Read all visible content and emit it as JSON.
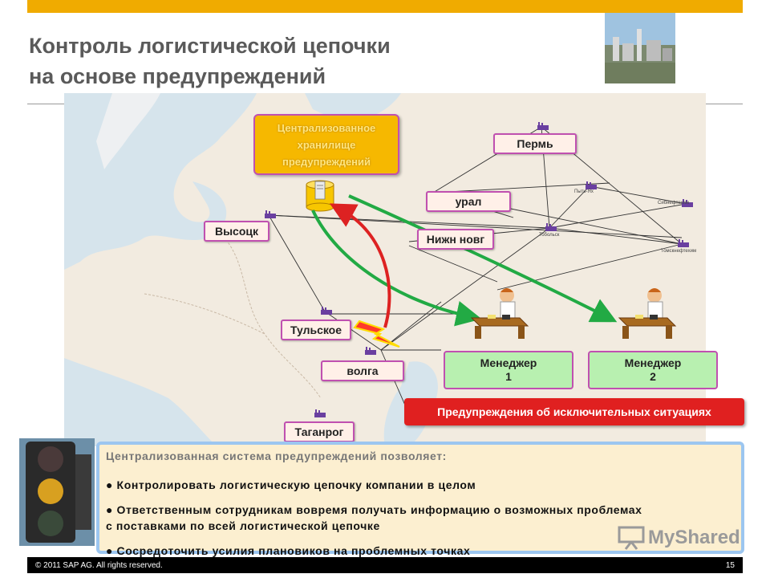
{
  "slide": {
    "title_line1": "Контроль логистической цепочки",
    "title_line2": "на основе предупреждений"
  },
  "map": {
    "storage_label": [
      "Централизованное",
      "хранилище",
      "предупреждений"
    ],
    "cities": {
      "perm": "Пермь",
      "ural": "урал",
      "vysotsk": "Высоцк",
      "nizhn": "Нижн новг",
      "tulskoe": "Тульское",
      "volga": "волга",
      "taganrog": "Таганрог"
    },
    "small_labels": [
      "Пыть-Ях",
      "Сибнефтехим",
      "Тобольск",
      "Томскнефтехим"
    ],
    "manager1": {
      "line1": "Менеджер",
      "line2": "1"
    },
    "manager2": {
      "line1": "Менеджер",
      "line2": "2"
    },
    "alert_banner": "Предупреждения об исключительных ситуациях"
  },
  "info": {
    "intro": "Централизованная система предупреждений позволяет:",
    "bullet1": "Контролировать логистическую цепочку компании в целом",
    "bullet2_line1": "Ответственным сотрудникам вовремя получать информацию о возможных проблемах",
    "bullet2_line2": "с поставками по всей логистической цепочке",
    "bullet3": "Сосредоточить усилия плановиков на проблемных точках"
  },
  "watermark": "MyShared",
  "footer": {
    "copyright": "© 2011 SAP AG. All rights reserved.",
    "page": "15"
  },
  "colors": {
    "accent": "#f0ab00",
    "alert": "#e02020",
    "storage": "#f6b800",
    "manager": "#b8f0b0",
    "arrow_green": "#22aa44",
    "arrow_red": "#dd2222"
  },
  "icons": [
    "factory-icon",
    "database-icon",
    "lightning-icon",
    "traffic-light-icon",
    "manager-desk-icon"
  ]
}
